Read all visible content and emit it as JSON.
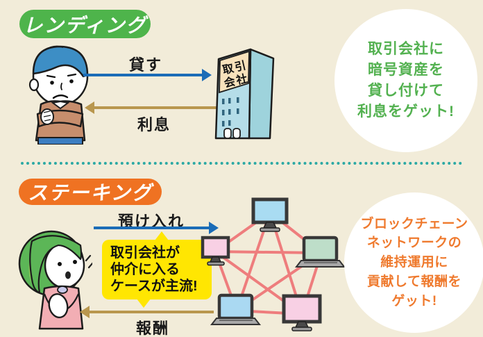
{
  "palette": {
    "background": "#f2ecd9",
    "lending_green": "#4eb44b",
    "staking_orange": "#ef7222",
    "arrow_blue": "#1b6cb7",
    "arrow_gold": "#b9974e",
    "divider_teal": "#2ca9a4",
    "callout_yellow": "#ffe602",
    "note_green_text": "#53b150",
    "note_orange_text": "#ef7a2e",
    "network_link_red": "#ee7d7d"
  },
  "lending": {
    "title": "レンディング",
    "lend_label": "貸す",
    "interest_label": "利息",
    "building_sign": [
      "取引",
      "会社"
    ],
    "note_lines": [
      "取引会社に",
      "暗号資産を",
      "貸し付けて",
      "利息をゲット!"
    ]
  },
  "staking": {
    "title": "ステーキング",
    "deposit_label": "預け入れ",
    "reward_label": "報酬",
    "callout_lines": [
      "取引会社が",
      "仲介に入る",
      "ケースが主流!"
    ],
    "note_lines": [
      "ブロックチェーン",
      "ネットワークの",
      "維持運用に",
      "貢献して報酬を",
      "ゲット!"
    ]
  }
}
